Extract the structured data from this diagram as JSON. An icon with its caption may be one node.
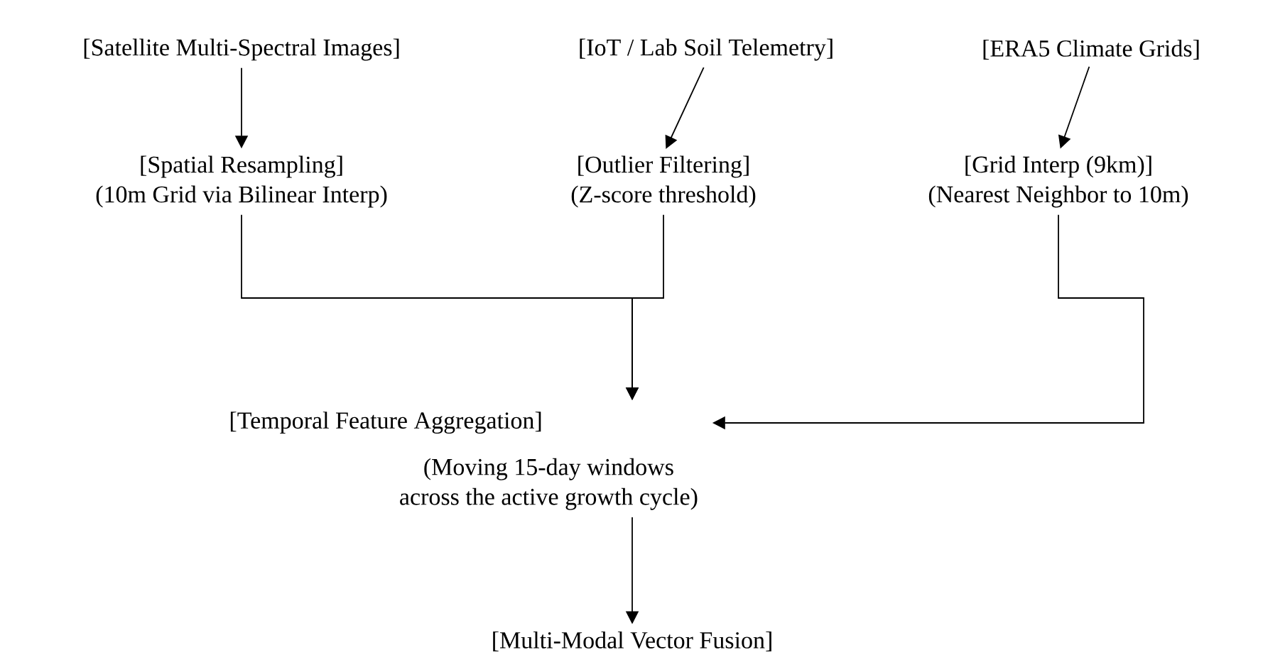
{
  "diagram": {
    "nodes": [
      {
        "text": [
          "[Satellite Multi-Spectral Images]"
        ]
      },
      {
        "text": [
          "[IoT / Lab Soil Telemetry]"
        ]
      },
      {
        "text": [
          "[ERA5 Climate Grids]"
        ]
      },
      {
        "text": [
          "[Spatial Resampling]",
          "(10m Grid via Bilinear Interp)"
        ]
      },
      {
        "text": [
          "[Outlier Filtering]",
          "(Z-score threshold)"
        ]
      },
      {
        "text": [
          "[Grid Interp (9km)]",
          "(Nearest Neighbor to 10m)"
        ]
      },
      {
        "text": [
          "[Temporal Feature Aggregation]",
          "(Moving 15-day windows across the active growth cycle)"
        ]
      },
      {
        "text": [
          "[Multi-Modal Vector Fusion]"
        ]
      }
    ],
    "edges": [
      {
        "from": 0,
        "to": 3,
        "arrow": "to"
      },
      {
        "from": 1,
        "to": 4,
        "arrow": "to"
      },
      {
        "from": 2,
        "to": 5,
        "arrow": "to"
      },
      {
        "from": 3,
        "to": 6,
        "arrow": "to"
      },
      {
        "from": 4,
        "to": 6,
        "arrow": "to"
      },
      {
        "from": 5,
        "to": 6,
        "arrow": "to"
      },
      {
        "from": 6,
        "to": 7,
        "arrow": "to"
      }
    ]
  }
}
